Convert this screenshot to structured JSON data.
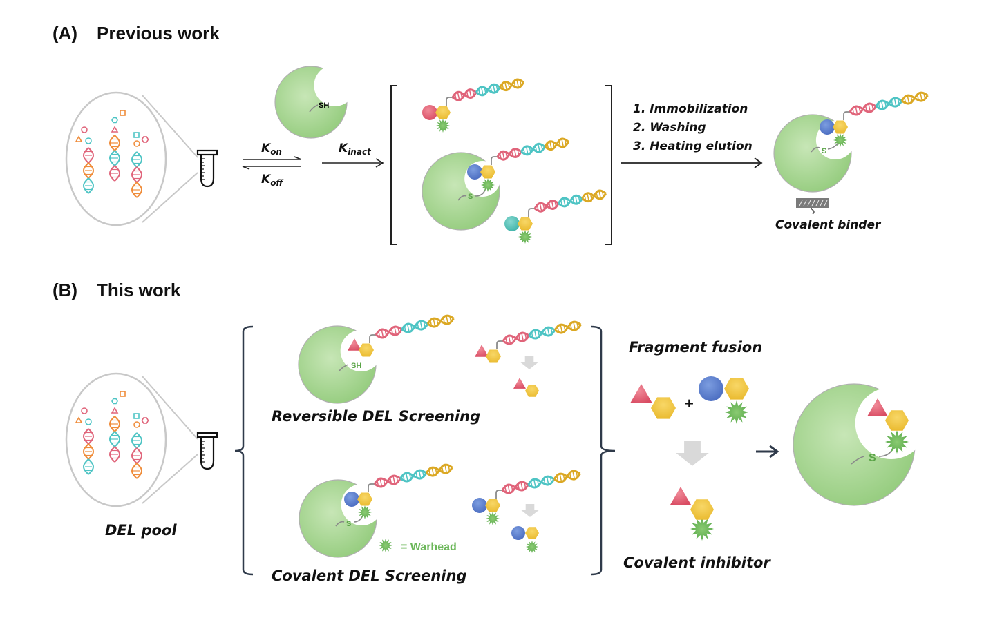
{
  "colors": {
    "protein": "#9fd28a",
    "protein_light": "#c3e3b2",
    "protein_edge": "#b0b0b0",
    "warhead": "#6cb75a",
    "sulfur_text": "#5aa447",
    "hexagon": "#f2c53d",
    "triangle": "#e0647a",
    "circle_red": "#e25a6e",
    "circle_blue": "#5b7fcf",
    "circle_teal": "#55c1b8",
    "dna_red": "#e0647a",
    "dna_teal": "#4ec4c4",
    "dna_gold": "#dba824",
    "dna_orange": "#ef8c3a",
    "bracket": "#2f3a4a",
    "arrow": "#222222",
    "gray_arrow": "#d9d9d9",
    "lens": "#c8c8c8",
    "linker": "#8a8a8a",
    "surface": "#7a7a7a"
  },
  "panelA": {
    "label": "(A)",
    "title": "Previous work",
    "k_on": "K",
    "k_on_sub": "on",
    "k_off": "K",
    "k_off_sub": "off",
    "k_inact": "K",
    "k_inact_sub": "inact",
    "thiol_label": "SH",
    "sulfur_label": "S",
    "steps": [
      "1. Immobilization",
      "2. Washing",
      "3. Heating elution"
    ],
    "result_label": "Covalent binder"
  },
  "panelB": {
    "label": "(B)",
    "title": "This work",
    "pool_label": "DEL pool",
    "reversible_label": "Reversible DEL Screening",
    "covalent_label": "Covalent DEL Screening",
    "thiol_label": "SH",
    "sulfur_label": "S",
    "warhead_legend": "=  Warhead",
    "fusion_title": "Fragment fusion",
    "plus": "+",
    "inhibitor_label": "Covalent inhibitor"
  }
}
